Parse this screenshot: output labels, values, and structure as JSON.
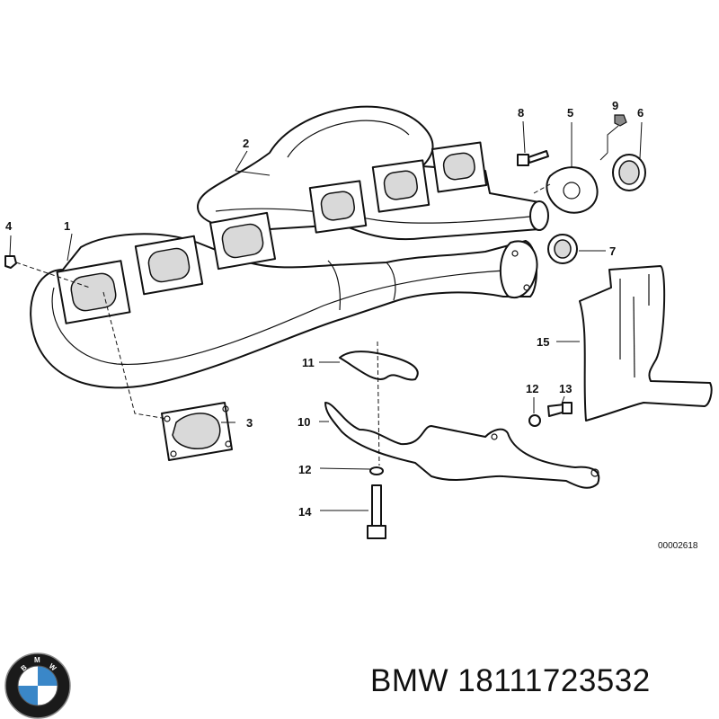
{
  "diagram": {
    "reference_code": "00002618",
    "callouts": [
      "1",
      "2",
      "3",
      "4",
      "5",
      "6",
      "7",
      "8",
      "9",
      "10",
      "11",
      "12",
      "12",
      "13",
      "14",
      "15"
    ],
    "parts": {
      "p1": "exhaust-manifold-front",
      "p2": "exhaust-manifold-rear",
      "p3": "gasket",
      "p4": "nut",
      "p5": "flange-gasket",
      "p6": "sealing-ring",
      "p7": "sealing-ring",
      "p8": "bolt",
      "p9": "nut",
      "p10": "bracket-lower",
      "p11": "clamp-upper",
      "p12": "washer",
      "p13": "bolt",
      "p14": "bolt",
      "p15": "heat-shield"
    }
  },
  "brand": {
    "logo_letters": "BMW",
    "logo_colors": {
      "blue": "#3a87c8",
      "white": "#ffffff",
      "ring": "#1a1a1a"
    }
  },
  "caption": {
    "text": "BMW 18111723532"
  }
}
